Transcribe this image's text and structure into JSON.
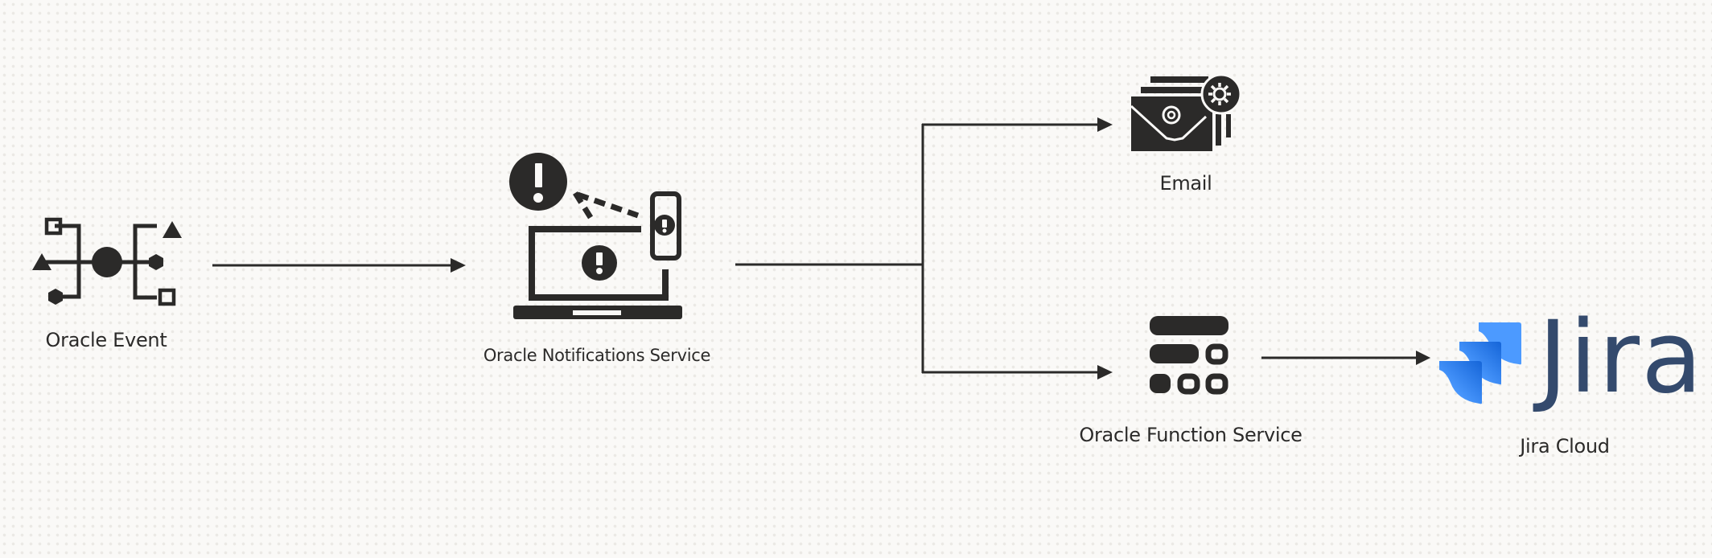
{
  "diagram": {
    "title": "Oracle event notification flow to Email and Jira Cloud",
    "nodes": [
      {
        "id": "oracle-event",
        "label": "Oracle Event",
        "icon": "event-hub-icon"
      },
      {
        "id": "oracle-notifications",
        "label": "Oracle Notifications Service",
        "icon": "notification-devices-icon"
      },
      {
        "id": "email",
        "label": "Email",
        "icon": "email-settings-icon"
      },
      {
        "id": "oracle-function",
        "label": "Oracle Function Service",
        "icon": "function-blocks-icon"
      },
      {
        "id": "jira-cloud",
        "label": "Jira Cloud",
        "icon": "jira-logo-icon"
      }
    ],
    "edges": [
      {
        "from": "oracle-event",
        "to": "oracle-notifications"
      },
      {
        "from": "oracle-notifications",
        "to": "email"
      },
      {
        "from": "oracle-notifications",
        "to": "oracle-function"
      },
      {
        "from": "oracle-function",
        "to": "jira-cloud"
      }
    ],
    "jira_wordmark": "Jira"
  },
  "colors": {
    "background": "#faf9f7",
    "ink": "#2b2a29",
    "jira_blue_light": "#4c9aff",
    "jira_blue_dark": "#1565d8",
    "jira_text": "#344a6d"
  }
}
